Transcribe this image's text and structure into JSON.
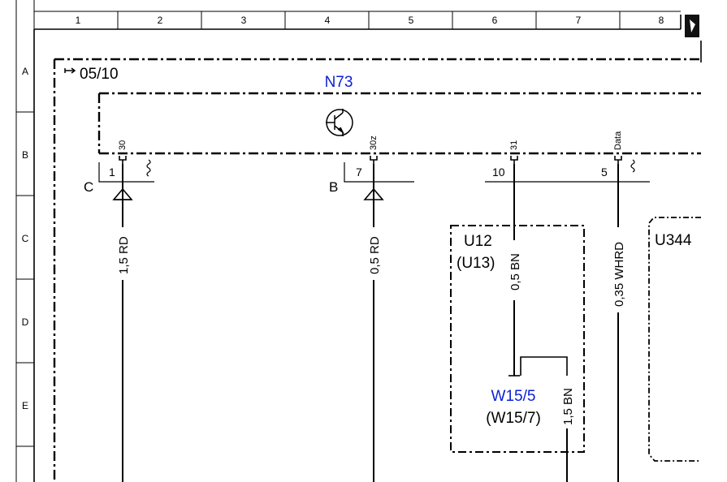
{
  "grid": {
    "columns": [
      "1",
      "2",
      "3",
      "4",
      "5",
      "6",
      "7",
      "8"
    ],
    "rows": [
      "A",
      "B",
      "C",
      "D",
      "E"
    ]
  },
  "diagram": {
    "reference": "05/10",
    "module": "N73",
    "pins": [
      {
        "function": "30",
        "number": "1",
        "branch": "C"
      },
      {
        "function": "30z",
        "number": "7",
        "branch": "B"
      },
      {
        "function": "31",
        "number": "10"
      },
      {
        "function": "Data",
        "number": "5"
      }
    ],
    "wires": [
      {
        "label": "1,5 RD"
      },
      {
        "label": "0,5 RD"
      },
      {
        "label": "0,5 BN"
      },
      {
        "label": "0,35 WHRD"
      },
      {
        "label": "1,5 BN"
      }
    ],
    "variant_box": {
      "label": "U12",
      "alt_label": "(U13)"
    },
    "ground_point": {
      "label": "W15/5",
      "alt_label": "(W15/7)"
    },
    "right_box": {
      "label": "U344"
    }
  },
  "colors": {
    "component_label": "#0a1fd6",
    "line": "#000000"
  }
}
